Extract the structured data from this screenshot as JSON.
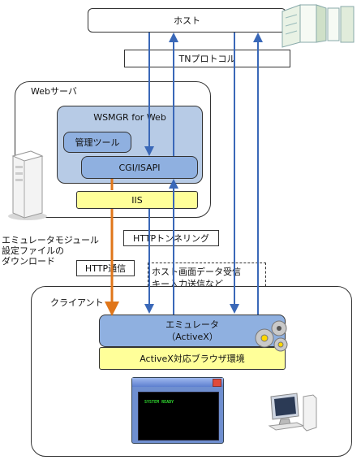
{
  "host": {
    "label": "ホスト"
  },
  "tn_protocol": {
    "label": "TNプロトコル"
  },
  "web_server": {
    "title": "Webサーバ",
    "wsmgr": "WSMGR for Web",
    "admin_tool": "管理ツール",
    "cgi": "CGI/ISAPI",
    "iis": "IIS"
  },
  "annotations": {
    "download_line1": "エミュレータモジュール",
    "download_line2": "設定ファイルの",
    "download_line3": "ダウンロード",
    "http_tunneling": "HTTPトンネリング",
    "http_comm": "HTTP通信",
    "host_data_line1": "ホスト画面データ受信",
    "host_data_line2": "キー入力送信など"
  },
  "client": {
    "title": "クライアント",
    "emulator_line1": "エミュレータ",
    "emulator_line2": "（ActiveX）",
    "browser_env": "ActiveX対応ブラウザ環境",
    "screen_text": "SYSTEM READY"
  },
  "colors": {
    "blue_arrow": "#3a68b8",
    "orange_arrow": "#e0761a",
    "panel_blue": "#b7cbe6",
    "module_blue": "#8fb0e0",
    "yellow": "#ffff99",
    "screen_green": "#2fd62f"
  }
}
